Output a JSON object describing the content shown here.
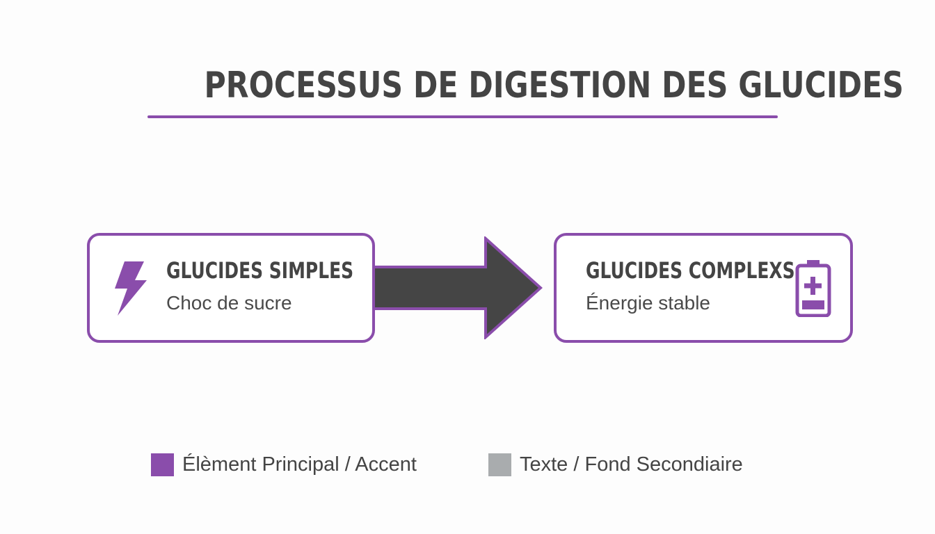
{
  "title": "PROCESSUS DE DIGESTION DES GLUCIDES",
  "colors": {
    "accent": "#8a4dab",
    "text": "#444444",
    "secondary": "#a9acae",
    "arrow": "#454545"
  },
  "nodes": [
    {
      "id": "simple",
      "title": "GLUCIDES SIMPLES",
      "subtitle": "Choc de sucre",
      "icon": "lightning-bolt-icon"
    },
    {
      "id": "complex",
      "title": "GLUCIDES COMPLEXS",
      "subtitle": "Énergie stable",
      "icon": "battery-icon"
    }
  ],
  "edges": [
    {
      "from": "simple",
      "to": "complex"
    }
  ],
  "legend": [
    {
      "label": "Élèment Principal / Accent",
      "color": "#8a4dab"
    },
    {
      "label": "Texte / Fond Secondiaire",
      "color": "#a9acae"
    }
  ]
}
